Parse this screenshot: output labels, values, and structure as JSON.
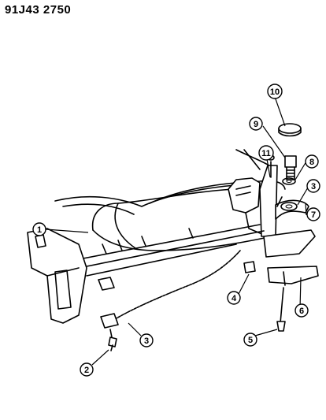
{
  "header": {
    "code": "91J43  2750"
  },
  "callouts": [
    {
      "id": "1",
      "label": "1"
    },
    {
      "id": "2",
      "label": "2"
    },
    {
      "id": "3a",
      "label": "3"
    },
    {
      "id": "3b",
      "label": "3"
    },
    {
      "id": "4",
      "label": "4"
    },
    {
      "id": "5",
      "label": "5"
    },
    {
      "id": "6",
      "label": "6"
    },
    {
      "id": "7",
      "label": "7"
    },
    {
      "id": "8",
      "label": "8"
    },
    {
      "id": "9",
      "label": "9"
    },
    {
      "id": "10",
      "label": "10"
    },
    {
      "id": "11",
      "label": "11"
    }
  ]
}
